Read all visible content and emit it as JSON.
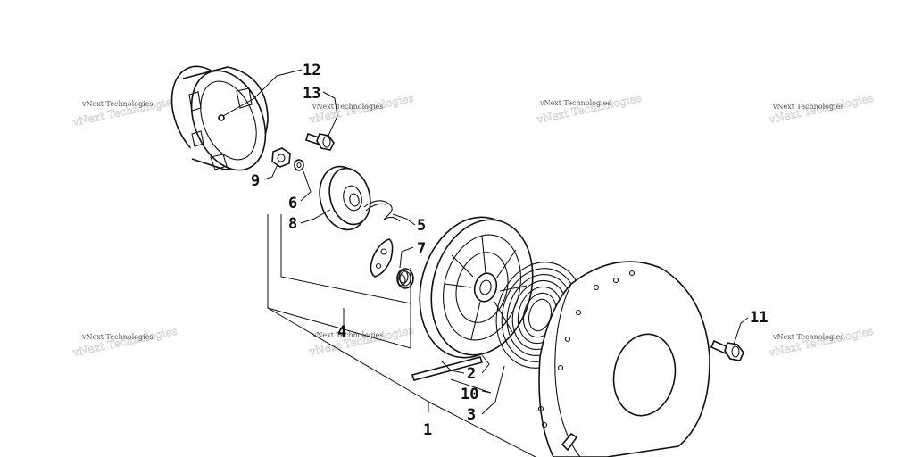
{
  "callouts": {
    "c1": "1",
    "c2": "2",
    "c3": "3",
    "c4": "4",
    "c5": "5",
    "c6": "6",
    "c7": "7",
    "c8": "8",
    "c9": "9",
    "c10": "10",
    "c11": "11",
    "c12": "12",
    "c13": "13"
  },
  "watermark": {
    "text": "vNext Technologies"
  }
}
